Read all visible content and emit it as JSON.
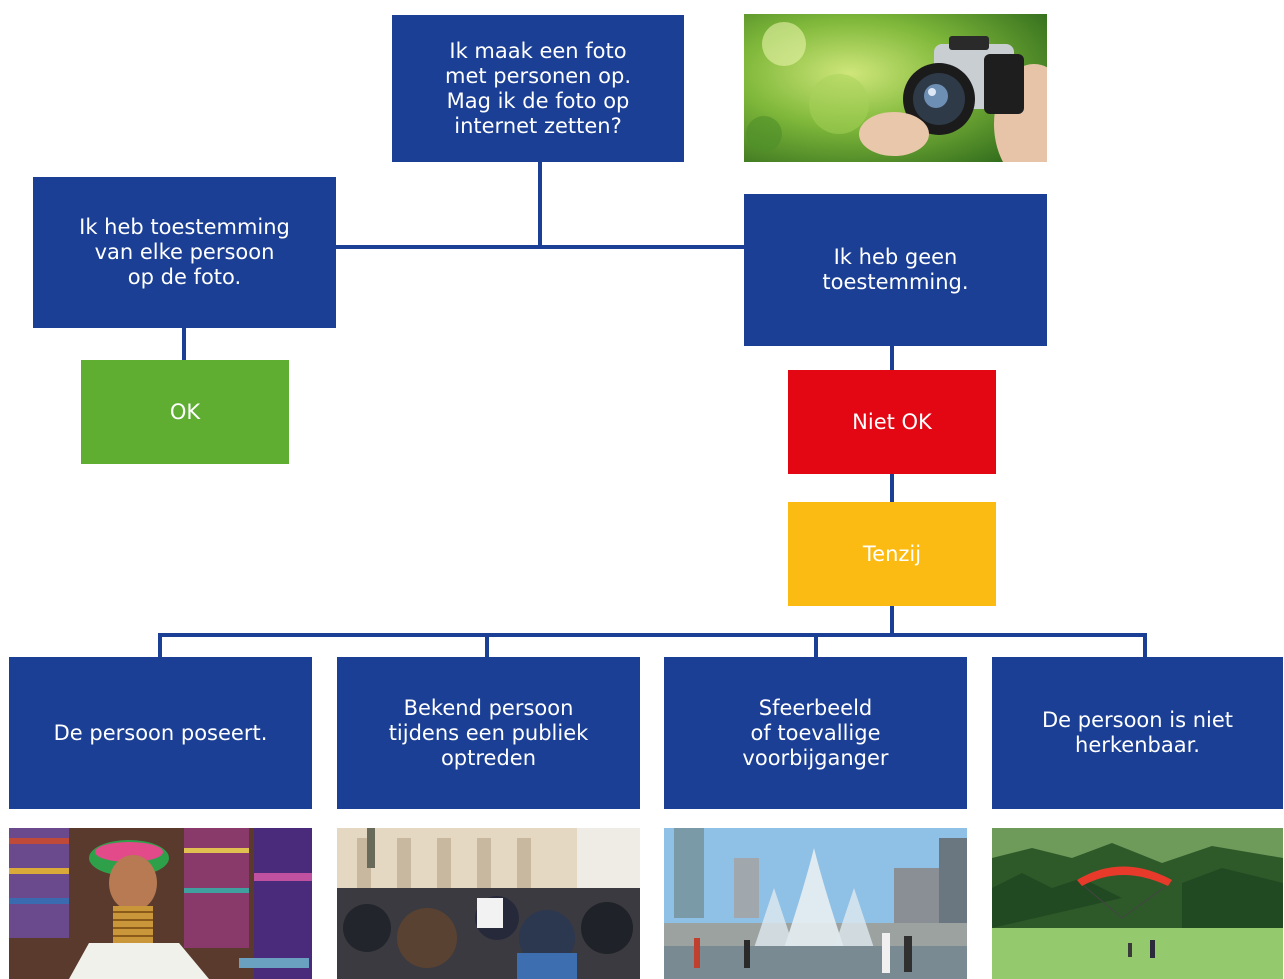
{
  "question": "Ik maak een foto\nmet personen op.\nMag ik de foto op\ninternet zetten?",
  "consent_yes": "Ik heb toestemming\nvan elke persoon\nop de foto.",
  "consent_no": "Ik heb geen\ntoestemming.",
  "ok": "OK",
  "not_ok": "Niet OK",
  "unless": "Tenzij",
  "exceptions": [
    "De persoon poseert.",
    "Bekend persoon\ntijdens een publiek\noptreden",
    "Sfeerbeeld\nof toevallige\nvoorbijganger",
    "De persoon is niet\nherkenbaar."
  ],
  "colors": {
    "blue": "#1b3f95",
    "green": "#5fae32",
    "red": "#e30613",
    "yellow": "#fbbb12"
  },
  "photos": [
    "camera-photo",
    "posing-woman-photo",
    "public-event-crowd-photo",
    "fountain-passersby-photo",
    "paraglider-landscape-photo"
  ]
}
